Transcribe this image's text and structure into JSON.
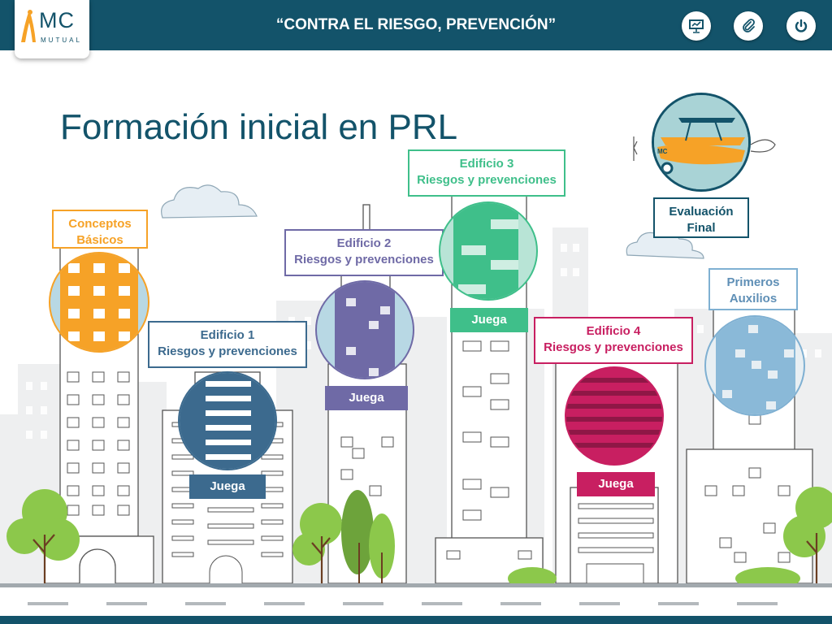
{
  "header": {
    "logo_text": "MC",
    "logo_sub": "MUTUAL",
    "title": "“CONTRA EL RIESGO, PREVENCIÓN”",
    "buttons": [
      {
        "icon": "presentation-icon"
      },
      {
        "icon": "paperclip-icon"
      },
      {
        "icon": "power-icon"
      }
    ]
  },
  "page_title": "Formación inicial en PRL",
  "modules": {
    "conceptos": {
      "line1": "Conceptos",
      "line2": "Básicos",
      "color": "#f6a227"
    },
    "edificio1": {
      "line1": "Edificio 1",
      "line2": "Riesgos y prevenciones",
      "play": "Juega",
      "color": "#3c6a8e"
    },
    "edificio2": {
      "line1": "Edificio 2",
      "line2": "Riesgos y prevenciones",
      "play": "Juega",
      "color": "#6f6aa6"
    },
    "edificio3": {
      "line1": "Edificio 3",
      "line2": "Riesgos y prevenciones",
      "play": "Juega",
      "color": "#3fbf8a"
    },
    "edificio4": {
      "line1": "Edificio 4",
      "line2": "Riesgos y prevenciones",
      "play": "Juega",
      "color": "#c81f61"
    },
    "primeros": {
      "line1": "Primeros",
      "line2": "Auxilios",
      "color": "#7fb0d2"
    },
    "evaluacion": {
      "line1": "Evaluación",
      "line2": "Final",
      "color": "#13536a"
    }
  },
  "colors": {
    "brand": "#13536a",
    "road": "#a2a9ae",
    "tree": "#8cc84b"
  }
}
